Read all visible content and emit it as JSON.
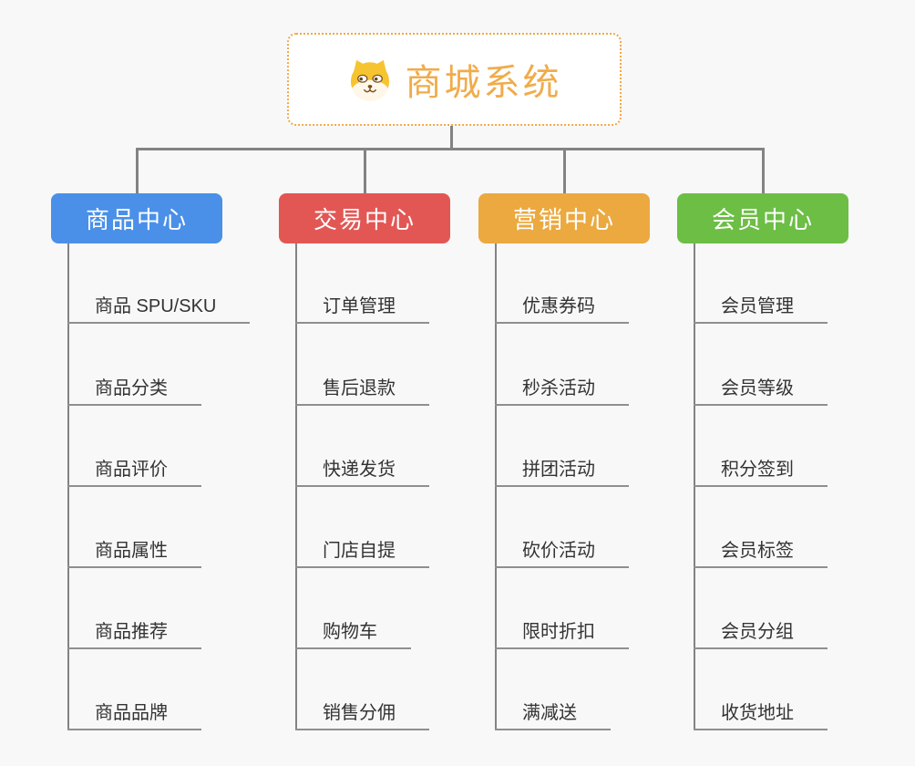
{
  "root": {
    "title": "商城系统",
    "icon": "shiba-dog-icon",
    "border_color": "#f2a843",
    "title_color": "#f0ac4b"
  },
  "connector_color": "#838383",
  "item_text_color": "#333333",
  "branches": [
    {
      "label": "商品中心",
      "color": "#4a90e8",
      "items": [
        "商品 SPU/SKU",
        "商品分类",
        "商品评价",
        "商品属性",
        "商品推荐",
        "商品品牌"
      ]
    },
    {
      "label": "交易中心",
      "color": "#e25754",
      "items": [
        "订单管理",
        "售后退款",
        "快递发货",
        "门店自提",
        "购物车",
        "销售分佣"
      ]
    },
    {
      "label": "营销中心",
      "color": "#eba93f",
      "items": [
        "优惠券码",
        "秒杀活动",
        "拼团活动",
        "砍价活动",
        "限时折扣",
        "满减送"
      ]
    },
    {
      "label": "会员中心",
      "color": "#6cbe45",
      "items": [
        "会员管理",
        "会员等级",
        "积分签到",
        "会员标签",
        "会员分组",
        "收货地址"
      ]
    }
  ]
}
